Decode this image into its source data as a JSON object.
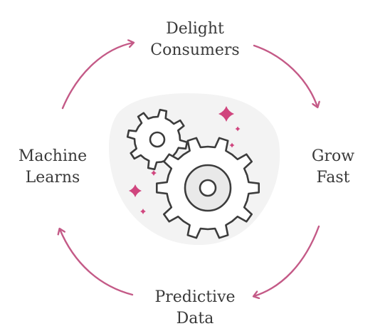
{
  "cycle": {
    "stages": [
      {
        "line1": "Delight",
        "line2": "Consumers"
      },
      {
        "line1": "Grow",
        "line2": "Fast"
      },
      {
        "line1": "Predictive",
        "line2": "Data"
      },
      {
        "line1": "Machine",
        "line2": "Learns"
      }
    ]
  },
  "colors": {
    "arrow": "#c45a87",
    "sparkle": "#d0457e",
    "gear_stroke": "#3c3c3c",
    "gear_fill": "#ffffff",
    "blob": "#f3f3f3",
    "hub": "#e9e9e9"
  },
  "icons": [
    "large-gear-icon",
    "small-gear-icon",
    "sparkle-icon",
    "cycle-arrow-icon"
  ]
}
